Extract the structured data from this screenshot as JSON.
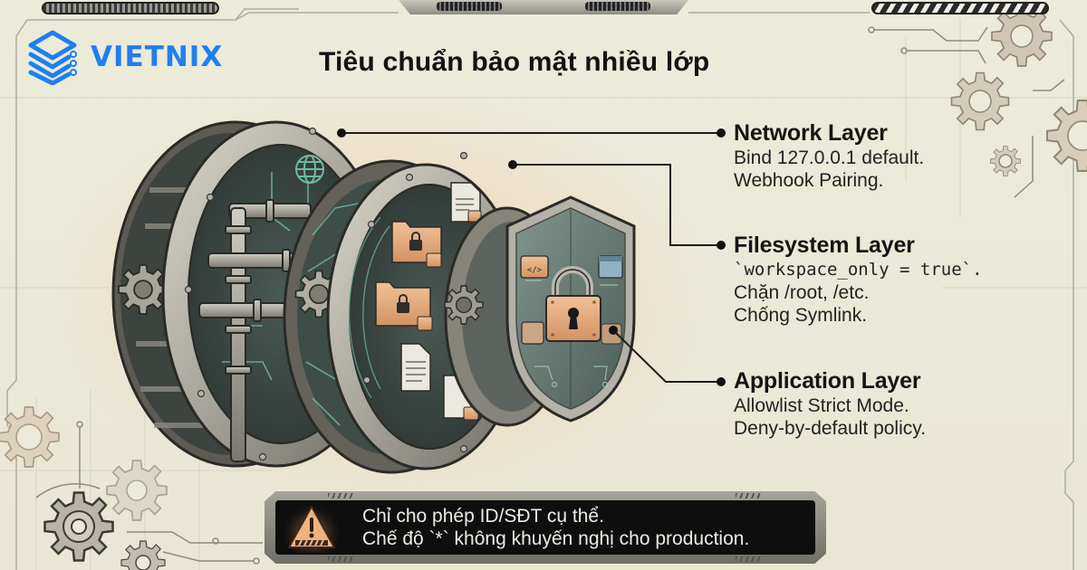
{
  "brand": {
    "name": "VIETNIX",
    "icon": "stacked-layers-icon",
    "color": "#1f7ff0"
  },
  "title": "Tiêu chuẩn bảo mật nhiều lớp",
  "illustration": {
    "description": "Three nested vault-door rings representing security layers, ending in a shield with a padlock",
    "layers": [
      {
        "name": "network",
        "icons": [
          "globe-icon",
          "pipes",
          "gear-icon",
          "circuit-traces"
        ]
      },
      {
        "name": "filesystem",
        "icons": [
          "folder-lock-icon",
          "document-lock-icon",
          "gear-icon"
        ]
      },
      {
        "name": "application",
        "icons": [
          "shield-icon",
          "padlock-icon",
          "code-window-icon",
          "settings-window-icon"
        ]
      }
    ]
  },
  "callouts": [
    {
      "title": "Network Layer",
      "lines": [
        "Bind 127.0.0.1 default.",
        "Webhook Pairing."
      ]
    },
    {
      "title": "Filesystem Layer",
      "lines": [
        "`workspace_only = true`.",
        "Chặn /root, /etc.",
        "Chống Symlink."
      ]
    },
    {
      "title": "Application Layer",
      "lines": [
        "Allowlist Strict Mode.",
        "Deny-by-default policy."
      ]
    }
  ],
  "warning": {
    "icon": "warning-triangle-icon",
    "lines": [
      "Chỉ cho phép ID/SĐT cụ thể.",
      "Chế độ `*` không khuyến nghị cho production."
    ]
  },
  "colors": {
    "background": "#ecead9",
    "glow": "#f6c496",
    "metal": "#9a988e",
    "panel": "#3e4a46",
    "circuit": "#6fb9a4",
    "accent_copper": "#e2a575",
    "text": "#151515"
  }
}
